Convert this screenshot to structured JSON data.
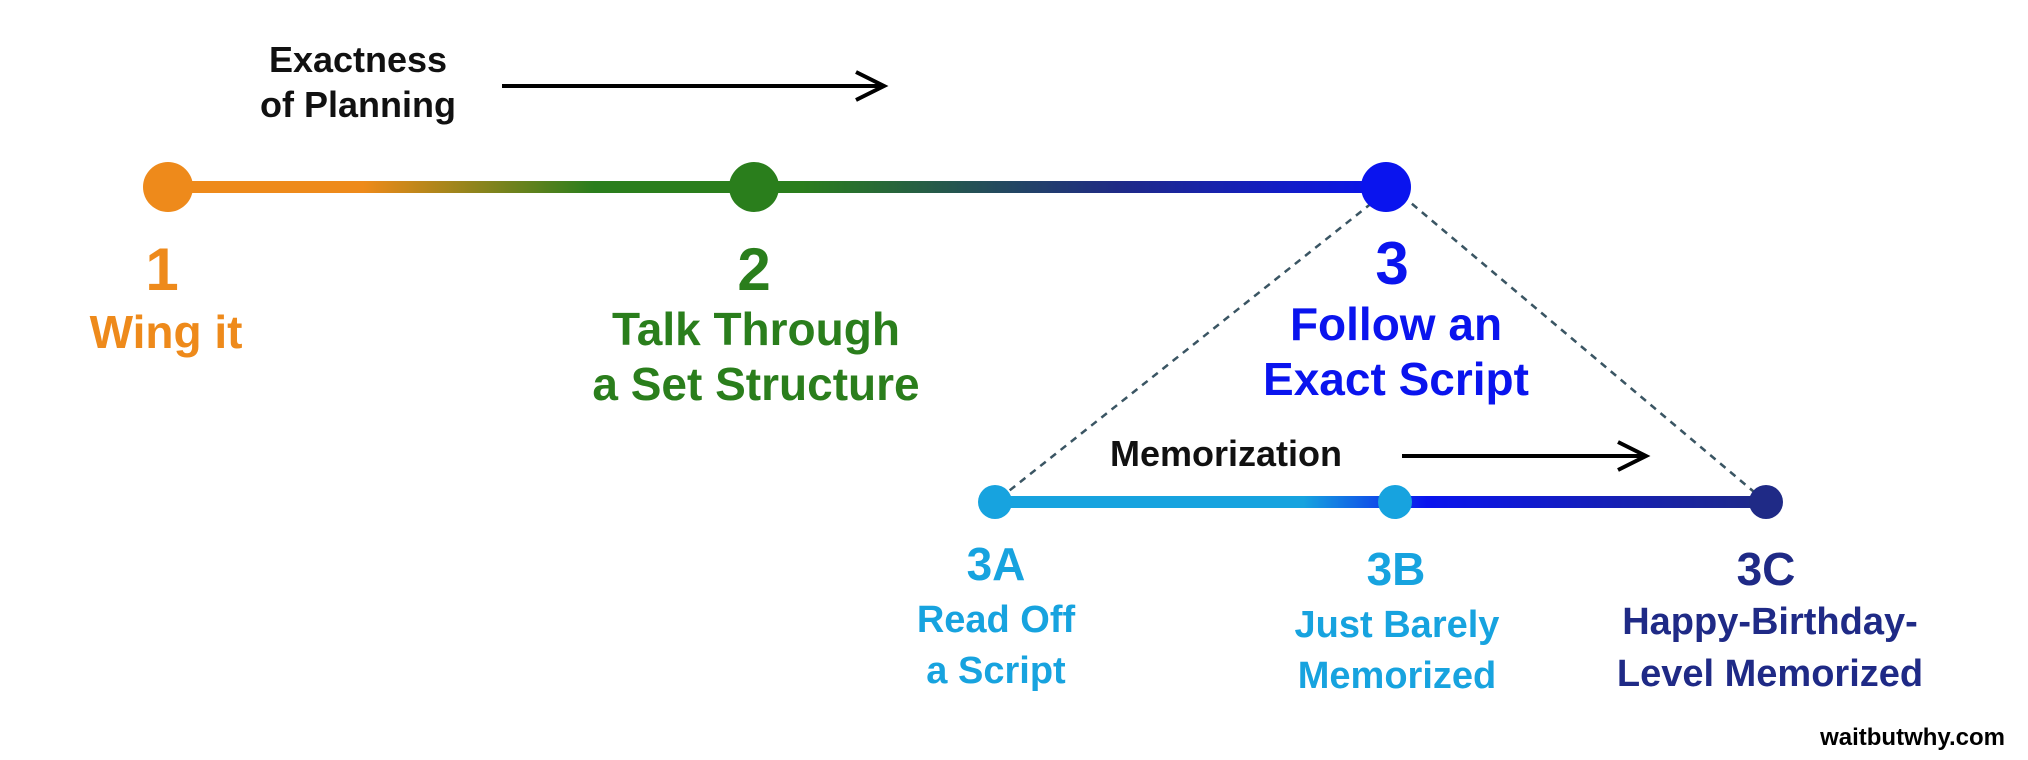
{
  "top_scale": {
    "label_line1": "Exactness",
    "label_line2": "of Planning"
  },
  "sub_scale": {
    "label": "Memorization"
  },
  "stages": [
    {
      "number": "1",
      "title_line1": "Wing it",
      "title_line2": "",
      "color": "#EE8A1B"
    },
    {
      "number": "2",
      "title_line1": "Talk Through",
      "title_line2": "a Set Structure",
      "color": "#2A7E1C"
    },
    {
      "number": "3",
      "title_line1": "Follow an",
      "title_line2": "Exact Script",
      "color": "#0A14EE"
    }
  ],
  "substages": [
    {
      "number": "3A",
      "title_line1": "Read Off",
      "title_line2": "a Script",
      "color": "#17A3DF"
    },
    {
      "number": "3B",
      "title_line1": "Just Barely",
      "title_line2": "Memorized",
      "color": "#17A3DF"
    },
    {
      "number": "3C",
      "title_line1": "Happy-Birthday-",
      "title_line2": "Level Memorized",
      "color": "#1F2A86"
    }
  ],
  "colors": {
    "orange": "#EE8A1B",
    "green": "#2A7E1C",
    "navy": "#1F2A86",
    "blue": "#0A14EE",
    "light_blue": "#17A3DF",
    "dashed_line": "#3A5563",
    "arrow": "#000000"
  },
  "credit": "waitbutwhy.com"
}
